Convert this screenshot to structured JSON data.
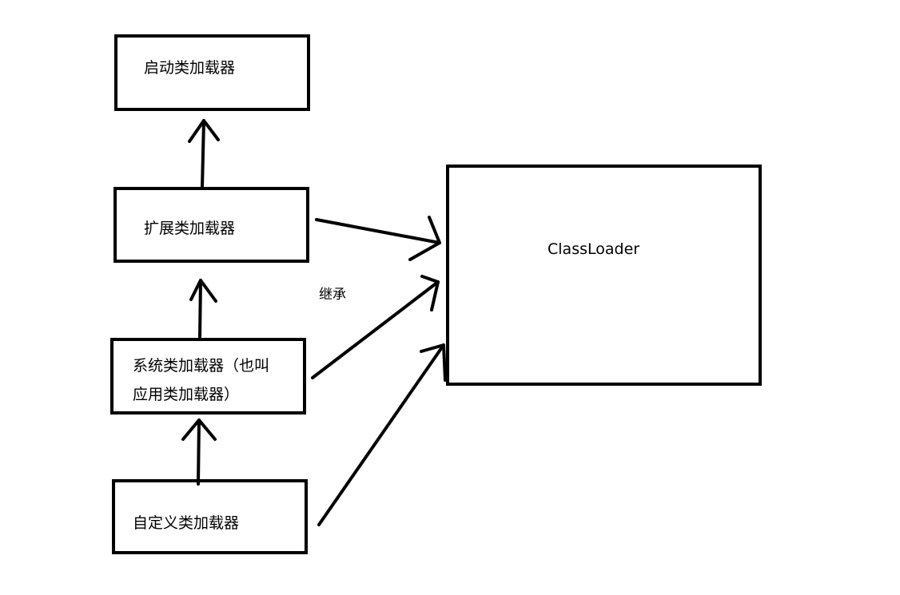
{
  "diagram": {
    "nodes": {
      "bootstrap": {
        "label": "启动类加载器"
      },
      "extension": {
        "label": "扩展类加载器"
      },
      "system": {
        "label_line1": "系统类加载器（也叫",
        "label_line2": "应用类加载器）"
      },
      "custom": {
        "label": "自定义类加载器"
      },
      "classloader": {
        "label": "ClassLoader"
      }
    },
    "edge_label": "继承"
  }
}
